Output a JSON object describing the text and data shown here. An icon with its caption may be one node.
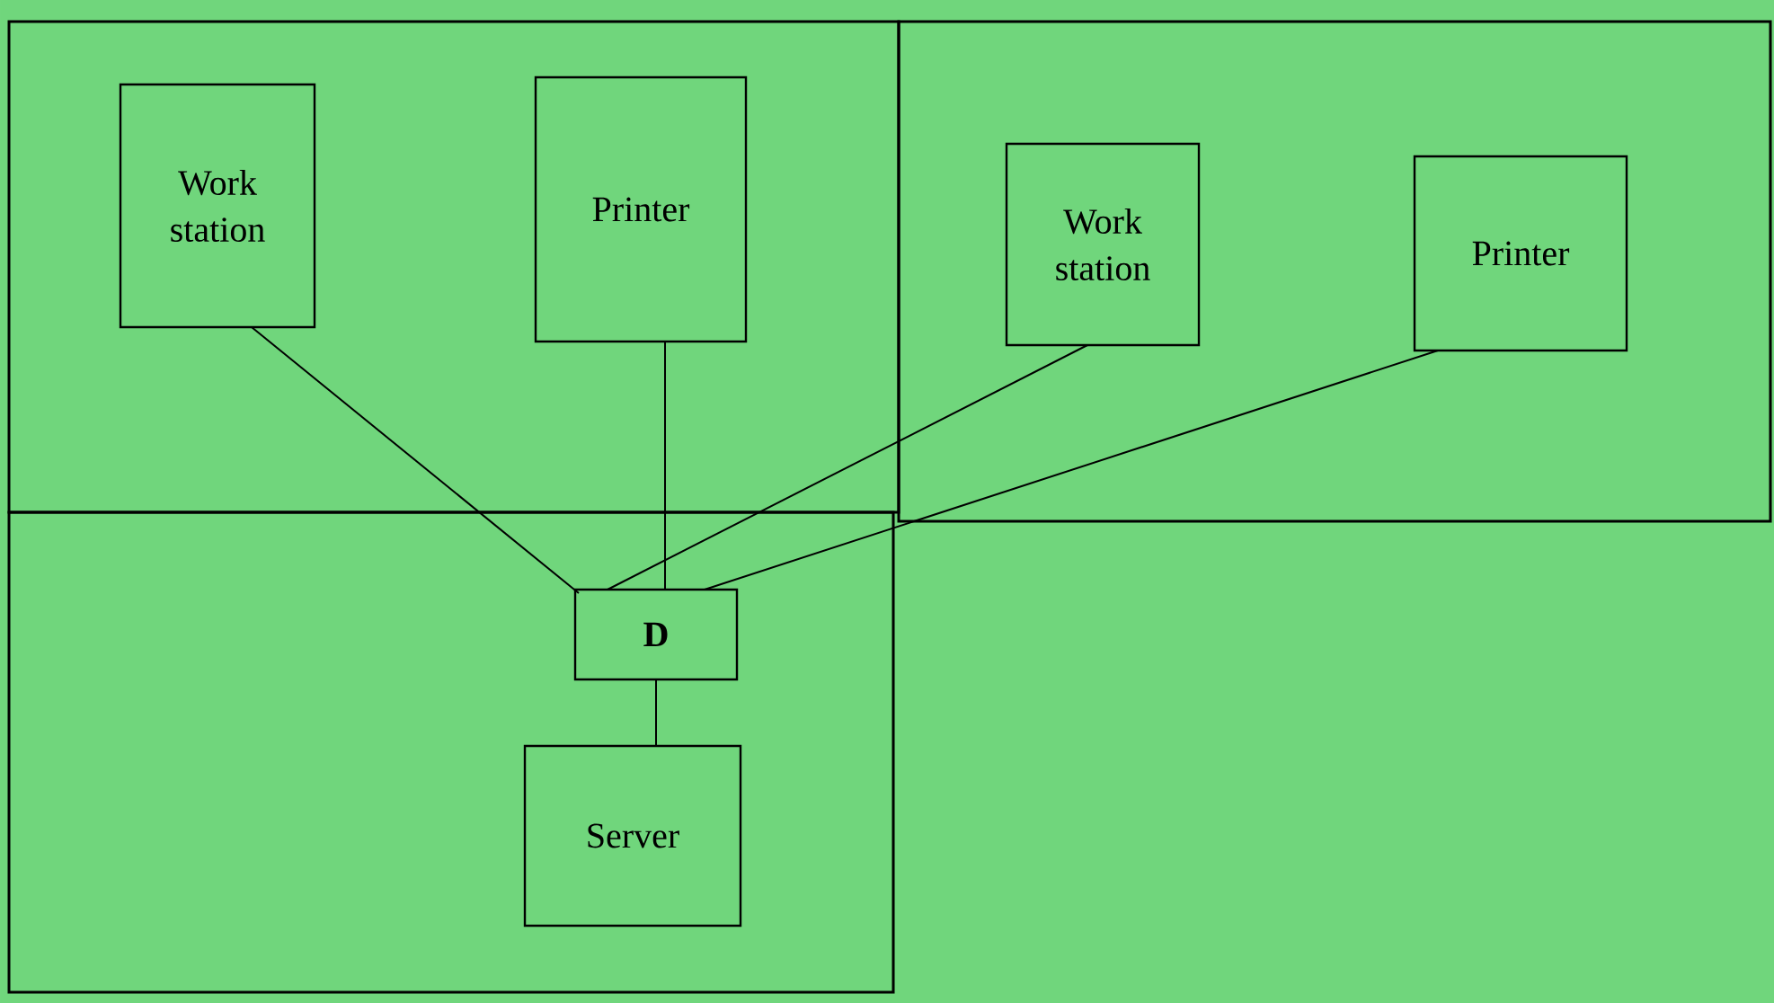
{
  "diagram": {
    "nodes": [
      {
        "text": [],
        "shape": "box"
      },
      {
        "text": [
          "Work station"
        ],
        "in": 0
      },
      {
        "text": [
          "Printer"
        ],
        "in": 0
      },
      {
        "text": [],
        "shape": "box"
      },
      {
        "text": [
          "Work station"
        ],
        "in": 3
      },
      {
        "text": [
          "Printer"
        ],
        "in": 3
      },
      {
        "text": [],
        "shape": "box"
      },
      {
        "text": [
          "D"
        ],
        "in": 6
      },
      {
        "text": [
          "Server"
        ],
        "in": 6
      }
    ],
    "edges": [
      {
        "from": 1,
        "to": 7,
        "arrow": "none"
      },
      {
        "from": 2,
        "to": 7,
        "arrow": "none"
      },
      {
        "from": 4,
        "to": 7,
        "arrow": "none"
      },
      {
        "from": 5,
        "to": 7,
        "arrow": "none"
      },
      {
        "from": 7,
        "to": 8,
        "arrow": "none"
      }
    ]
  }
}
